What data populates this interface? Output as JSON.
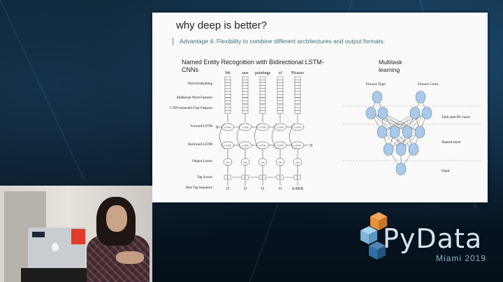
{
  "slide": {
    "title": "why deep is better?",
    "callout": "Advantage 4: Flexibility to combine different architectures and output formats.",
    "ner_title": "Named Entity Recognition with Bidirectional LSTM-CNNs",
    "multitask_title": "Multitask learning"
  },
  "ner_diagram": {
    "words": [
      "We",
      "saw",
      "paintings",
      "of",
      "Picasso"
    ],
    "row_labels": {
      "word_embedding": "Word Embedding",
      "additional_features": "Additional Word Features",
      "cnn_features": "CNN-extracted Char Features",
      "forward_lstm": "Forward LSTM",
      "backward_lstm": "Backward LSTM",
      "output_layers": "Output Layers",
      "tag_scores": "Tag Scores",
      "best_tag": "Best Tag Sequence"
    },
    "lstm_label": "LSTM",
    "out_label": "Out",
    "zero": "0",
    "tags": [
      "O",
      "O",
      "O",
      "O",
      "S-PER"
    ]
  },
  "multitask_diagram": {
    "task1": "Flower Type",
    "task2": "Flower Color",
    "task_layer": "Task specific layer",
    "shared_layer": "Shared layer",
    "input": "Input"
  },
  "logo": {
    "word": "PyData",
    "city": "Miami 2019",
    "colors": {
      "orange": "#e8913a",
      "light_blue": "#7fb7d8",
      "dark_blue": "#2f6f9f"
    }
  }
}
